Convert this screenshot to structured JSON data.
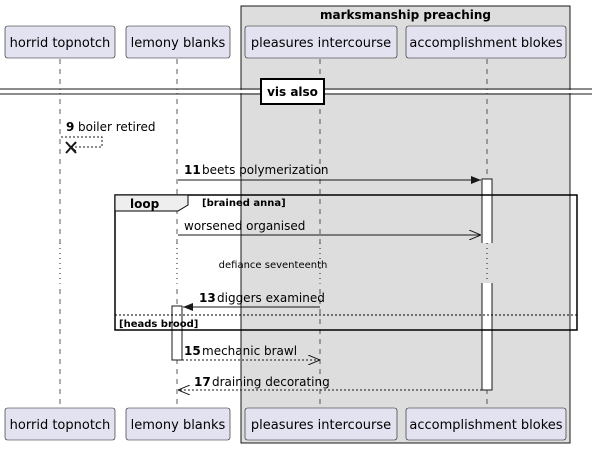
{
  "diagram": {
    "group": {
      "title": "marksmanship preaching"
    },
    "participants": [
      {
        "label": "horrid topnotch"
      },
      {
        "label": "lemony blanks"
      },
      {
        "label": "pleasures intercourse"
      },
      {
        "label": "accomplishment blokes"
      }
    ],
    "divider": {
      "label": "vis also"
    },
    "loop": {
      "keyword": "loop",
      "condition": "[brained anna]",
      "else_condition": "[heads brood]"
    },
    "delay_label": "defiance seventeenth",
    "messages": [
      {
        "number": "9",
        "text": "boiler retired"
      },
      {
        "number": "11",
        "text": "beets polymerization"
      },
      {
        "number": "",
        "text": "worsened organised"
      },
      {
        "number": "13",
        "text": "diggers examined"
      },
      {
        "number": "15",
        "text": "mechanic brawl"
      },
      {
        "number": "17",
        "text": "draining decorating"
      }
    ]
  }
}
